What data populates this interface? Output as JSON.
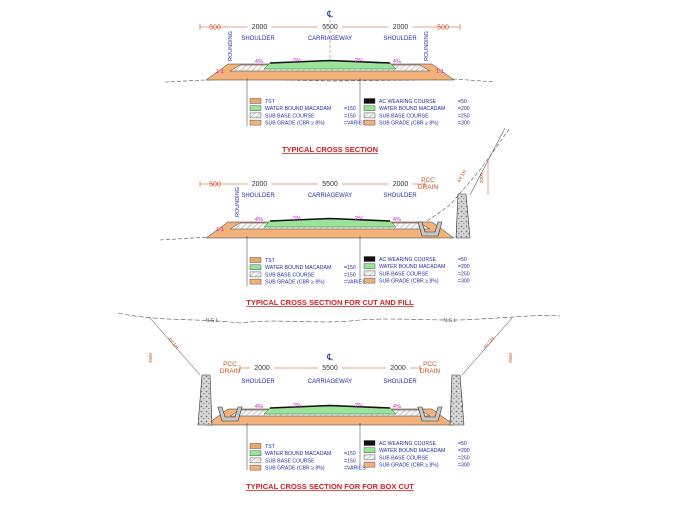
{
  "colors": {
    "dim_orange": "#c8501e",
    "label_blue": "#1f2ea8",
    "title_red": "#d41f1f",
    "slope_magenta": "#d020d0",
    "subgrade": "#f2b27a",
    "subbase": "#e6e6e6",
    "wbm": "#9be39b",
    "ac": "#111111",
    "tst": "#e8a86a",
    "drain": "#c7c7c7",
    "wall": "#bdbdbd"
  },
  "sections": [
    {
      "title": "TYPICAL CROSS SECTION",
      "has_cl_symbol": true,
      "dims": {
        "outer_left": "500",
        "shoulder_left": "2000",
        "carriageway": "5500",
        "shoulder_right": "2000",
        "outer_right": "500"
      },
      "labels": {
        "shoulder_left": "SHOULDER",
        "carriageway": "CARRIAGEWAY",
        "shoulder_right": "SHOULDER",
        "rounding_left": "ROUNDING",
        "rounding_right": "ROUNDING"
      },
      "slopes": {
        "far_left": "1:1",
        "left_shoulder": "4%",
        "left_cw": "2%",
        "right_cw": "2%",
        "right_shoulder": "4%",
        "far_right": "1:1"
      },
      "legend_left": [
        {
          "name": "TST",
          "value": ""
        },
        {
          "name": "WATER BOUND MACADAM",
          "value": "=150"
        },
        {
          "name": "SUB BASE COURSE",
          "value": "=150"
        },
        {
          "name": "SUB GRADE (CBR ≥ 8%)",
          "value": "=VARIES"
        }
      ],
      "legend_right": [
        {
          "name": "AC WEARING COURSE",
          "value": "=50"
        },
        {
          "name": "WATER BOUND MACADAM",
          "value": "=200"
        },
        {
          "name": "SUB BASE COURSE",
          "value": "=250"
        },
        {
          "name": "SUB GRADE (CBR ≥ 8%)",
          "value": "=300"
        }
      ]
    },
    {
      "title": "TYPICAL CROSS SECTION FOR CUT AND FILL",
      "dims": {
        "outer_left": "500",
        "shoulder_left": "2000",
        "carriageway": "5500",
        "shoulder_right": "2000"
      },
      "labels": {
        "shoulder_left": "SHOULDER",
        "carriageway": "CARRIAGEWAY",
        "shoulder_right": "SHOULDER",
        "rounding_left": "ROUNDING",
        "drain": "PCC\nDRAIN"
      },
      "slopes": {
        "far_left": "1:1",
        "left_shoulder": "4%",
        "left_cw": "2%",
        "right_cw": "2%",
        "right_shoulder": "4%",
        "cut": "4V:1H"
      },
      "legend_left": [
        {
          "name": "TST",
          "value": ""
        },
        {
          "name": "WATER BOUND MACADAM",
          "value": "=150"
        },
        {
          "name": "SUB BASE COURSE",
          "value": "=150"
        },
        {
          "name": "SUB GRADE (CBR ≥ 8%)",
          "value": "=VARIES"
        }
      ],
      "legend_right": [
        {
          "name": "AC WEARING COURSE",
          "value": "=50"
        },
        {
          "name": "WATER BOUND MACADAM",
          "value": "=200"
        },
        {
          "name": "SUB BASE COURSE",
          "value": "=250"
        },
        {
          "name": "SUB GRADE (CBR ≥ 8%)",
          "value": "=300"
        }
      ],
      "wall_height": "2000"
    },
    {
      "title": "TYPICAL CROSS SECTION FOR  FOR BOX CUT",
      "has_cl_symbol": true,
      "dims": {
        "shoulder_left": "2000",
        "carriageway": "5500",
        "shoulder_right": "2000"
      },
      "labels": {
        "shoulder_left": "SHOULDER",
        "carriageway": "CARRIAGEWAY",
        "shoulder_right": "SHOULDER",
        "drain_left": "PCC\nDRAIN",
        "drain_right": "PCC\nDRAIN"
      },
      "slopes": {
        "left_shoulder": "4%",
        "left_cw": "2%",
        "right_cw": "2%",
        "right_shoulder": "4%",
        "left_cut": "4V:1H",
        "right_cut": "4V:1H"
      },
      "legend_left": [
        {
          "name": "TST",
          "value": ""
        },
        {
          "name": "WATER BOUND MACADAM",
          "value": "=150"
        },
        {
          "name": "SUB BASE COURSE",
          "value": "=150"
        },
        {
          "name": "SUB GRADE (CBR ≥ 8%)",
          "value": "=VARIES"
        }
      ],
      "legend_right": [
        {
          "name": "AC WEARING COURSE",
          "value": "=50"
        },
        {
          "name": "WATER BOUND MACADAM",
          "value": "=200"
        },
        {
          "name": "SUB BASE COURSE",
          "value": "=250"
        },
        {
          "name": "SUB GRADE (CBR ≥ 8%)",
          "value": "=300"
        }
      ],
      "wall_height": "2000",
      "ngl_label": "N.G.L"
    }
  ]
}
